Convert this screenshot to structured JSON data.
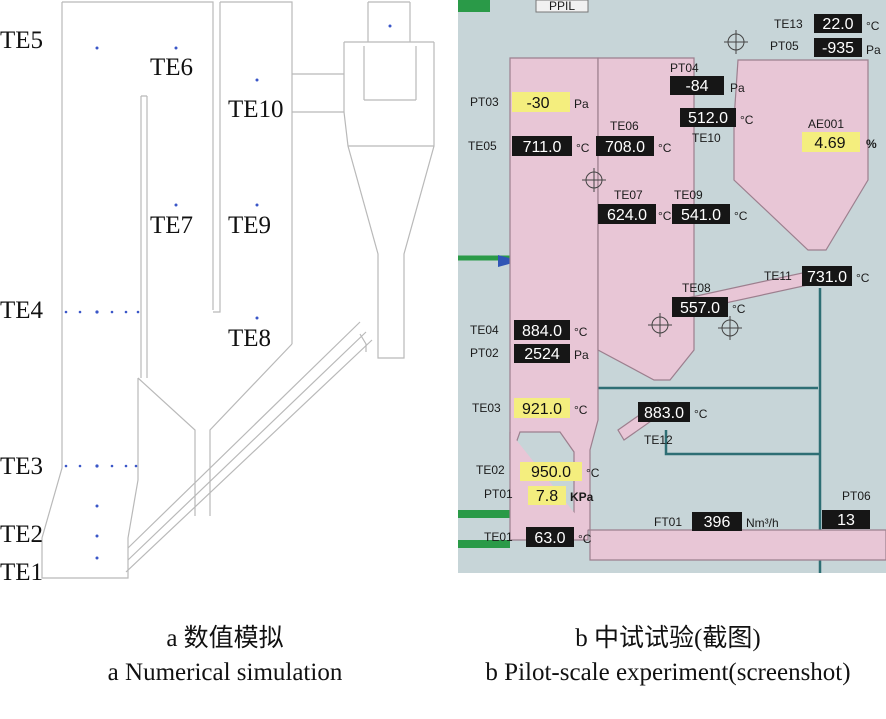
{
  "numerical": {
    "labels": {
      "te1": "TE1",
      "te2": "TE2",
      "te3": "TE3",
      "te4": "TE4",
      "te5": "TE5",
      "te6": "TE6",
      "te7": "TE7",
      "te8": "TE8",
      "te9": "TE9",
      "te10": "TE10"
    }
  },
  "pilot": {
    "top_button": "PPIL",
    "readings": {
      "te13": {
        "tag": "TE13",
        "value": "22.0",
        "unit": "°C"
      },
      "pt05": {
        "tag": "PT05",
        "value": "-935",
        "unit": "Pa"
      },
      "pt04": {
        "tag": "PT04",
        "value": "-84",
        "unit": "Pa"
      },
      "pt03": {
        "tag": "PT03",
        "value": "-30",
        "unit": "Pa"
      },
      "te10": {
        "tag": "TE10",
        "value": "512.0",
        "unit": "°C"
      },
      "ae001": {
        "tag": "AE001",
        "value": "4.69",
        "unit": "%"
      },
      "te05": {
        "tag": "TE05",
        "value": "711.0",
        "unit": "°C"
      },
      "te06": {
        "tag": "TE06",
        "value": "708.0",
        "unit": "°C"
      },
      "te07": {
        "tag": "TE07",
        "value": "624.0",
        "unit": "°C"
      },
      "te09": {
        "tag": "TE09",
        "value": "541.0",
        "unit": "°C"
      },
      "te11": {
        "tag": "TE11",
        "value": "731.0",
        "unit": "°C"
      },
      "te08": {
        "tag": "TE08",
        "value": "557.0",
        "unit": "°C"
      },
      "te04": {
        "tag": "TE04",
        "value": "884.0",
        "unit": "°C"
      },
      "pt02": {
        "tag": "PT02",
        "value": "2524",
        "unit": "Pa"
      },
      "te03": {
        "tag": "TE03",
        "value": "921.0",
        "unit": "°C"
      },
      "te12": {
        "tag": "TE12",
        "value": "883.0",
        "unit": "°C"
      },
      "te02": {
        "tag": "TE02",
        "value": "950.0",
        "unit": "°C"
      },
      "pt01": {
        "tag": "PT01",
        "value": "7.8",
        "unit": "KPa"
      },
      "te01": {
        "tag": "TE01",
        "value": "63.0",
        "unit": "°C"
      },
      "ft01": {
        "tag": "FT01",
        "value": "396",
        "unit": "Nm³/h"
      },
      "pt06": {
        "tag": "PT06",
        "value": "13",
        "unit": ""
      }
    }
  },
  "captions": {
    "a_zh": "a  数值模拟",
    "a_en": "a  Numerical simulation",
    "b_zh": "b  中试试验(截图)",
    "b_en": "b  Pilot-scale experiment(screenshot)"
  },
  "colors": {
    "vessel": "#e8c6d6",
    "vessel_stroke": "#9c7f8e",
    "screen_bg": "#c7d5d8",
    "readout_dark": "#161616",
    "readout_yellow": "#f4ee7e",
    "pipe_teal": "#2e6e74",
    "pipe_green": "#2a9a48"
  }
}
